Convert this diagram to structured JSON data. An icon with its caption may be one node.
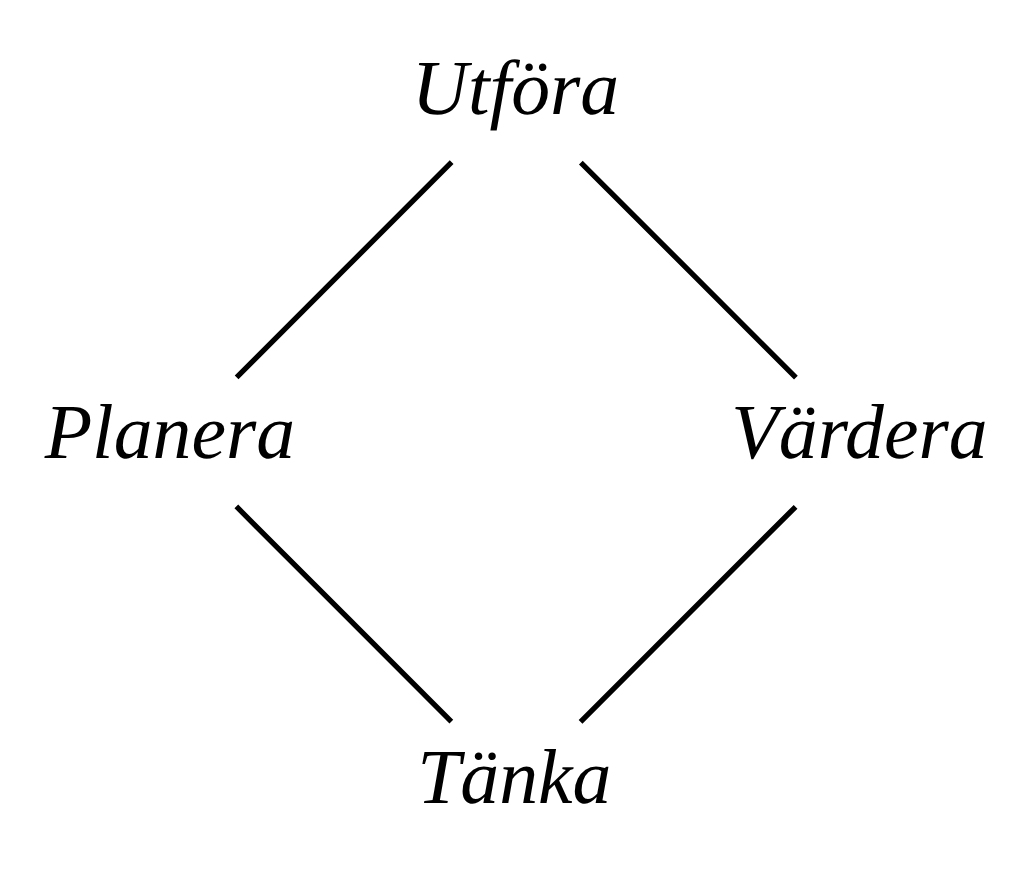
{
  "diagram": {
    "nodes": [
      {
        "text": [
          "Tänka"
        ]
      },
      {
        "text": [
          "Planera"
        ]
      },
      {
        "text": [
          "Utföra"
        ]
      },
      {
        "text": [
          "Värdera"
        ]
      }
    ],
    "edges": [
      {
        "from": 0,
        "to": 1,
        "arrow": "none"
      },
      {
        "from": 1,
        "to": 2,
        "arrow": "none"
      },
      {
        "from": 2,
        "to": 3,
        "arrow": "none"
      },
      {
        "from": 3,
        "to": 0,
        "arrow": "none"
      }
    ]
  }
}
